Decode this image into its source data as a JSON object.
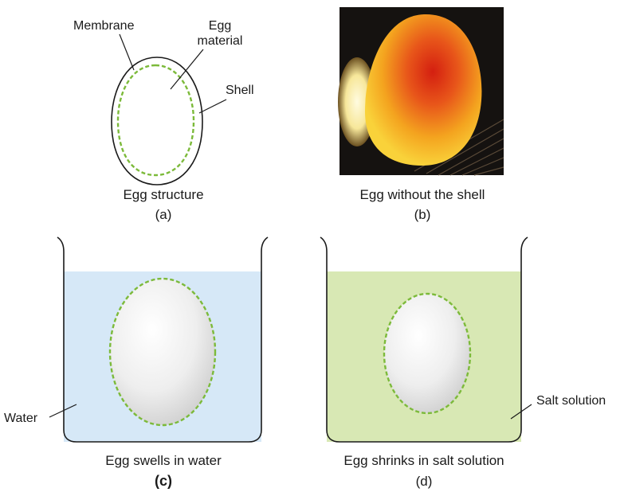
{
  "panel_a": {
    "label_membrane": "Membrane",
    "label_egg_material": [
      "Egg",
      "material"
    ],
    "label_shell": "Shell",
    "caption": "Egg structure",
    "letter": "(a)"
  },
  "panel_b": {
    "caption": "Egg without the shell",
    "letter": "(b)"
  },
  "panel_c": {
    "label_water": "Water",
    "caption": "Egg swells in water",
    "letter": "(c)",
    "liquid_color": "#d6e8f7"
  },
  "panel_d": {
    "label_salt": "Salt solution",
    "caption": "Egg shrinks in salt solution",
    "letter": "(d)",
    "liquid_color": "#d8e8b4"
  },
  "colors": {
    "membrane_dash": "#7cba3a",
    "outline": "#1a1a1a"
  }
}
